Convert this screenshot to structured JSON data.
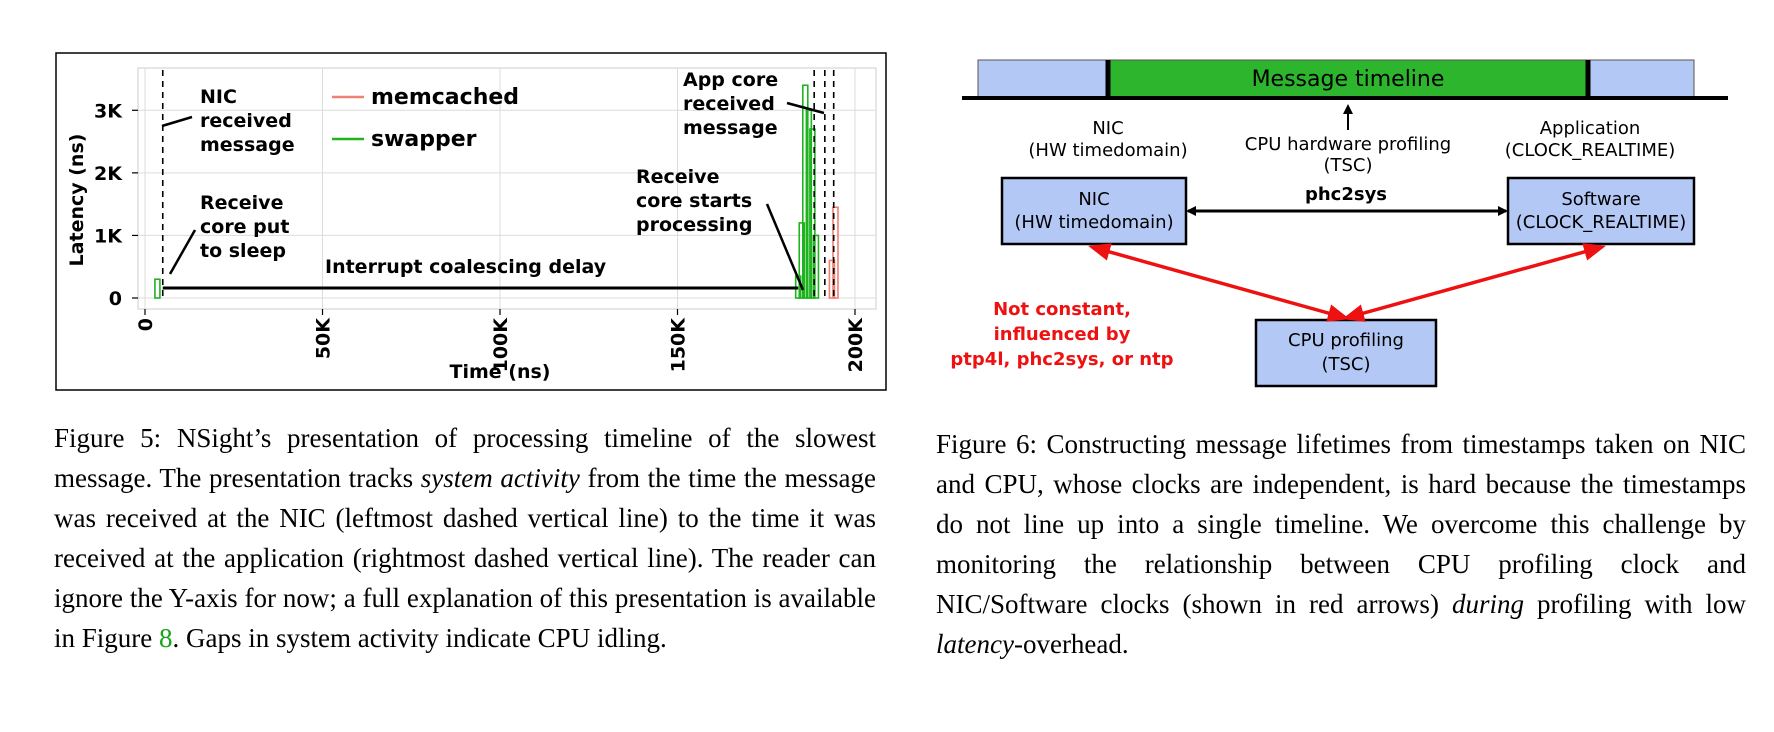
{
  "figure5": {
    "chart_data": {
      "type": "timeline",
      "xlabel": "Time (ns)",
      "ylabel": "Latency (ns)",
      "xlim": [
        0,
        200000
      ],
      "ylim": [
        0,
        3500
      ],
      "x_ticks": [
        "0",
        "50K",
        "100K",
        "150K",
        "200K"
      ],
      "y_ticks": [
        "0",
        "1K",
        "2K",
        "3K"
      ],
      "grid": true,
      "legend": "top-left",
      "series": [
        {
          "name": "memcached",
          "color": "#f08070",
          "bars": [
            {
              "x": 193500,
              "height": 600
            },
            {
              "x": 194500,
              "height": 1450
            }
          ]
        },
        {
          "name": "swapper",
          "color": "#1fb31f",
          "bars": [
            {
              "x": 3500,
              "height": 300
            },
            {
              "x": 184000,
              "height": 350
            },
            {
              "x": 185000,
              "height": 1200
            },
            {
              "x": 186000,
              "height": 3400
            },
            {
              "x": 187000,
              "height": 3000
            },
            {
              "x": 188000,
              "height": 2700
            },
            {
              "x": 189000,
              "height": 1000
            }
          ]
        }
      ],
      "vlines": [
        5000,
        188500,
        191500,
        194000
      ],
      "coalescing_line": {
        "x_start": 5000,
        "x_end": 184000
      },
      "annotations": [
        {
          "id": "nic",
          "lines": [
            "NIC",
            "received",
            "message"
          ]
        },
        {
          "id": "sleep",
          "lines": [
            "Receive",
            "core put",
            "to sleep"
          ]
        },
        {
          "id": "coalesce",
          "lines": [
            "Interrupt coalescing delay"
          ]
        },
        {
          "id": "starts",
          "lines": [
            "Receive",
            "core starts",
            "processing"
          ]
        },
        {
          "id": "app",
          "lines": [
            "App core",
            "received",
            "message"
          ]
        }
      ]
    }
  },
  "figure6": {
    "timeline_label": "Message timeline",
    "nic_marker": [
      "NIC",
      "(HW timedomain)"
    ],
    "cpu_marker": [
      "CPU hardware profiling",
      "(TSC)"
    ],
    "app_marker": [
      "Application",
      "(CLOCK_REALTIME)"
    ],
    "nic_box": [
      "NIC",
      "(HW timedomain)"
    ],
    "software_box": [
      "Software",
      "(CLOCK_REALTIME)"
    ],
    "cpu_box": [
      "CPU profiling",
      "(TSC)"
    ],
    "sync_label": "phc2sys",
    "warning": [
      "Not constant,",
      "influenced by",
      "ptp4l, phc2sys, or ntp"
    ],
    "colors": {
      "timeline_green": "#2db52d",
      "timeline_blue": "#b4c8f5",
      "box_fill": "#b4c8f5",
      "red": "#ee1111"
    }
  },
  "caption5": [
    {
      "t": "Figure 5: NSight’s presentation of processing timeline of the slowest message. The presentation tracks "
    },
    {
      "t": "system activity",
      "em": true
    },
    {
      "t": " from the time the message was received at the NIC (leftmost dashed vertical line) to the time it was received at the application (rightmost dashed vertical line). The reader can ignore the Y-axis for now; a full explanation of this presentation is available in Figure "
    },
    {
      "t": "8",
      "ref": true
    },
    {
      "t": ". Gaps in system activity indicate CPU idling."
    }
  ],
  "caption6": [
    {
      "t": "Figure 6: Constructing message lifetimes from timestamps taken on NIC and CPU, whose clocks are independent, is hard because the timestamps do not line up into a single timeline. We overcome this challenge by monitoring the relationship between CPU profiling clock and NIC/Software clocks (shown in red arrows) "
    },
    {
      "t": "during",
      "em": true
    },
    {
      "t": " profiling with low "
    },
    {
      "t": "latency",
      "em": true
    },
    {
      "t": "-overhead."
    }
  ]
}
